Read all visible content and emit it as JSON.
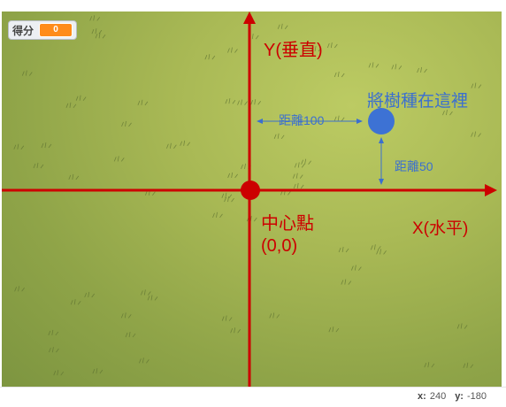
{
  "score_monitor": {
    "label": "得分",
    "value": "0"
  },
  "axes": {
    "y_label": "Y(垂直)",
    "x_label": "X(水平)",
    "center_line1": "中心點",
    "center_line2": "(0,0)"
  },
  "annotations": {
    "plant_here": "將樹種在這裡",
    "distance_x": "距離100",
    "distance_y": "距離50"
  },
  "colors": {
    "axis": "#cc0000",
    "annotation": "#3a6fd0",
    "score_badge": "#ff8c1a"
  },
  "mouse_coords": {
    "x_label": "x:",
    "x_value": "240",
    "y_label": "y:",
    "y_value": "-180"
  }
}
